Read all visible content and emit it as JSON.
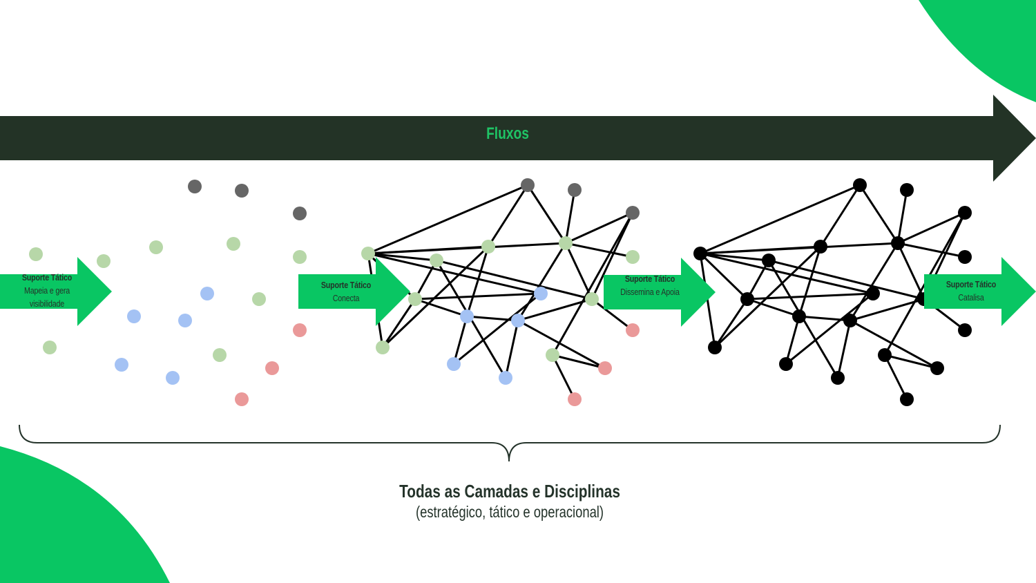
{
  "banner": {
    "title": "Fluxos"
  },
  "stages": [
    {
      "title": "Suporte Tático",
      "text": "Mapeia e gera visibilidade"
    },
    {
      "title": "Suporte Tático",
      "text": "Conecta"
    },
    {
      "title": "Suporte Tático",
      "text": "Dissemina e Apoia"
    },
    {
      "title": "Suporte Tático",
      "text": "Catalisa"
    }
  ],
  "footer": {
    "title": "Todas as Camadas e Disciplinas",
    "subtitle": "(estratégico, tático e operacional)"
  },
  "colors": {
    "dark_band": "#233326",
    "accent_green": "#09c663",
    "node_grey": "#666666",
    "node_green": "#b7d7a8",
    "node_blue": "#a4c2f4",
    "node_red": "#ea9999",
    "node_black": "#000000"
  }
}
